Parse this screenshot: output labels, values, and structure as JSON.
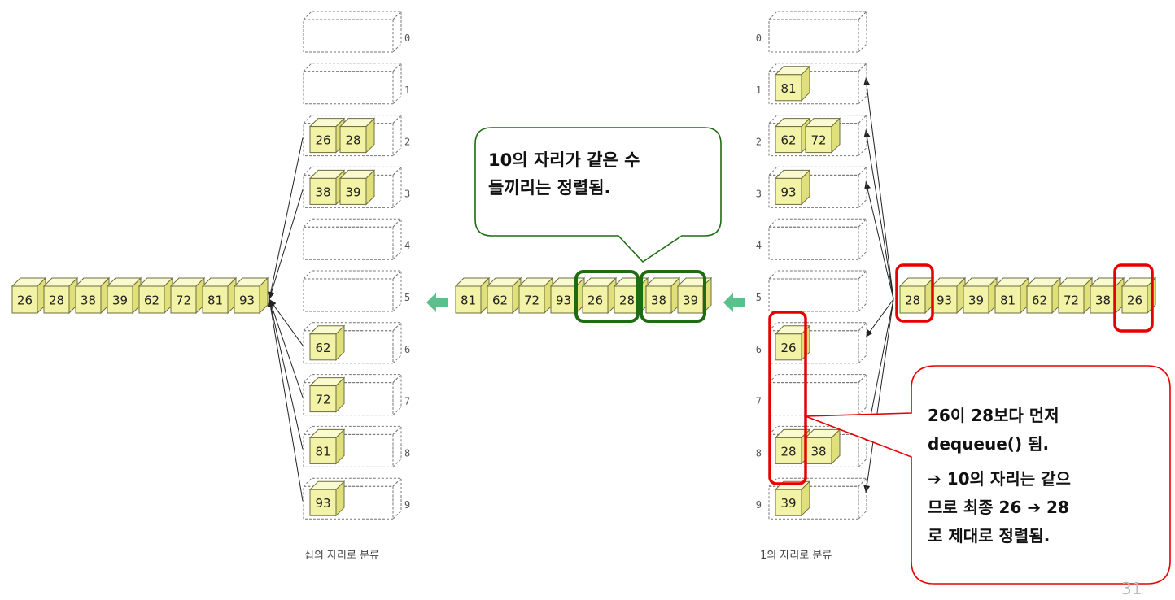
{
  "slide_number": "31",
  "left_panel": {
    "caption": "십의 자리로 분류",
    "bucket_labels": [
      "0",
      "1",
      "2",
      "3",
      "4",
      "5",
      "6",
      "7",
      "8",
      "9"
    ],
    "buckets": [
      [],
      [],
      [
        "26",
        "28"
      ],
      [
        "38",
        "39"
      ],
      [],
      [],
      [
        "62"
      ],
      [
        "72"
      ],
      [
        "81"
      ],
      [
        "93"
      ]
    ]
  },
  "right_panel": {
    "caption": "1의 자리로 분류",
    "bucket_labels": [
      "0",
      "1",
      "2",
      "3",
      "4",
      "5",
      "6",
      "7",
      "8",
      "9"
    ],
    "buckets": [
      [],
      [
        "81"
      ],
      [
        "62",
        "72"
      ],
      [
        "93"
      ],
      [],
      [],
      [
        "26"
      ],
      [],
      [
        "28",
        "38"
      ],
      [
        "39"
      ]
    ]
  },
  "sequences": {
    "final": [
      "26",
      "28",
      "38",
      "39",
      "62",
      "72",
      "81",
      "93"
    ],
    "middle": [
      "81",
      "62",
      "72",
      "93",
      "26",
      "28",
      "38",
      "39"
    ],
    "input": [
      "28",
      "93",
      "39",
      "81",
      "62",
      "72",
      "38",
      "26"
    ]
  },
  "callout_green": {
    "lines": [
      "10의 자리가 같은 수",
      "들끼리는 정렬됨."
    ]
  },
  "callout_red": {
    "lines": [
      "26이 28보다 먼저",
      "dequeue() 됨.",
      "➔ 10의 자리는 같으",
      "므로 최종 26 ➔ 28",
      "로 제대로 정렬됨."
    ]
  },
  "colors": {
    "box_front": "#f3f3a8",
    "box_top": "#fafad0",
    "box_side": "#e0e07a",
    "box_stroke": "#6e6e3c",
    "green_highlight": "#1e6b12",
    "red_highlight": "#e60000",
    "arrow_fill": "#5bc08c"
  }
}
